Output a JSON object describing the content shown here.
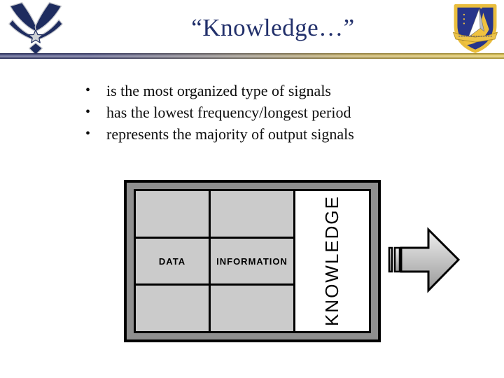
{
  "header": {
    "title": "“Knowledge…”",
    "left_logo": "us-air-force-wings-emblem",
    "right_logo": "air-education-training-command-shield"
  },
  "bullets": [
    "is the most organized type of signals",
    "has the lowest frequency/longest period",
    "represents the majority of output signals"
  ],
  "diagram": {
    "data_label": "DATA",
    "information_label": "INFORMATION",
    "knowledge_label": "KNOWLEDGE",
    "arrow": "striped-right-arrow"
  },
  "colors": {
    "title_navy": "#22306b",
    "bar_navy": "#2b3270",
    "bar_gold": "#e2c33c",
    "logo_navy": "#1e2c5f",
    "shield_blue": "#27358a",
    "shield_gold": "#edc44a",
    "frame_gray": "#8f8f8f",
    "cell_gray": "#cbcbcb",
    "arrow_gradient_light": "#f0f0f0",
    "arrow_gradient_dark": "#989898"
  }
}
